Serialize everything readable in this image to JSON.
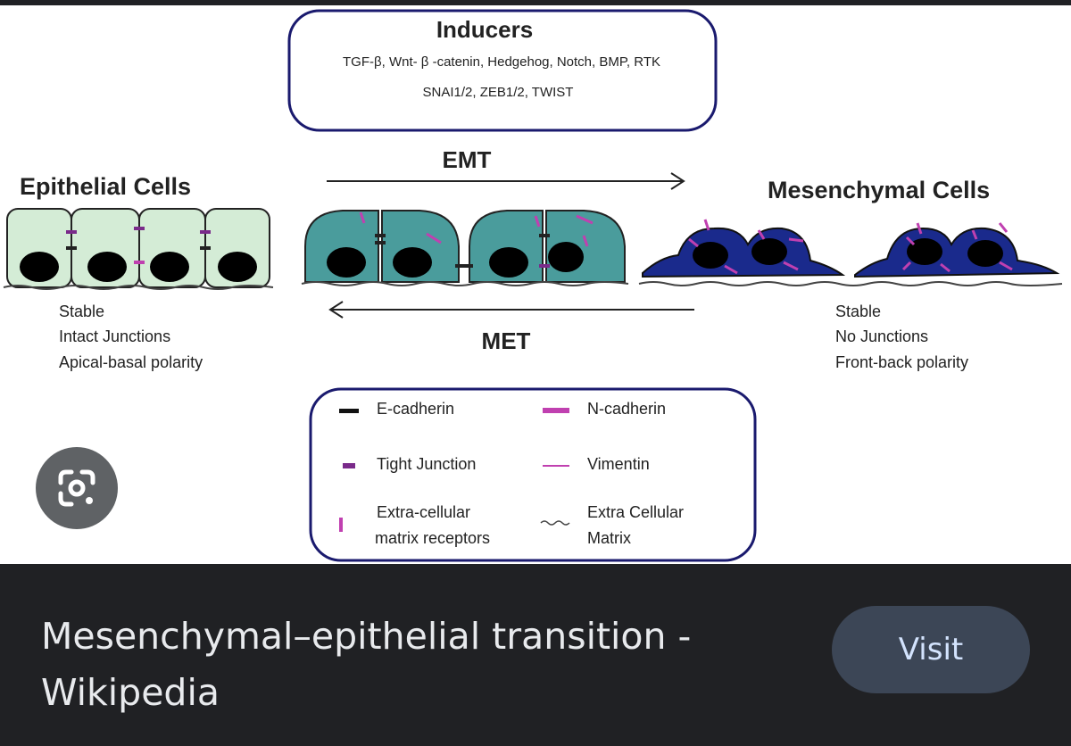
{
  "figure": {
    "inducers": {
      "title": "Inducers",
      "line1": "TGF-β, Wnt- β -catenin, Hedgehog, Notch, BMP, RTK",
      "line2": "SNAI1/2, ZEB1/2, TWIST"
    },
    "emt_label": "EMT",
    "met_label": "MET",
    "epithelial": {
      "title": "Epithelial Cells",
      "props": [
        "Stable",
        "Intact Junctions",
        "Apical-basal polarity"
      ]
    },
    "mesenchymal": {
      "title": "Mesenchymal Cells",
      "props": [
        "Stable",
        "No Junctions",
        "Front-back polarity"
      ]
    },
    "legend": {
      "e_cadherin": "E-cadherin",
      "n_cadherin": "N-cadherin",
      "tight_junction": "Tight Junction",
      "vimentin": "Vimentin",
      "ecm_receptors_1": "Extra-cellular",
      "ecm_receptors_2": "matrix receptors",
      "ecm_1": "Extra Cellular",
      "ecm_2": "Matrix"
    },
    "colors": {
      "epithelial_fill": "#d4ecd6",
      "transition_fill": "#4a9c9c",
      "mesenchymal_fill": "#1a2a8c",
      "nucleus": "#000000",
      "marker": "#c040b0",
      "frame": "#1a1a6e"
    }
  },
  "lens_icon": "google-lens-icon",
  "result": {
    "title": "Mesenchymal–epithelial transition - Wikipedia",
    "visit_label": "Visit"
  }
}
